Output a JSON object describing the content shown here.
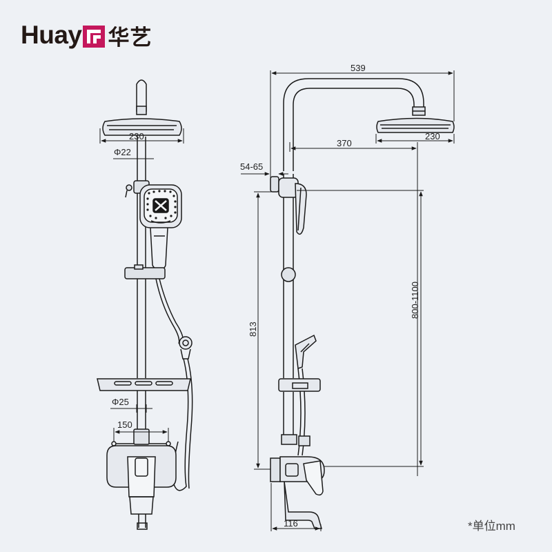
{
  "brand": {
    "name_latin": "Huay",
    "name_cjk": "华艺",
    "mark_color": "#c4175c",
    "text_color": "#231815"
  },
  "dimensions": {
    "head_width_front": "230",
    "pipe_diameter_top": "Φ22",
    "pipe_diameter_bottom": "Φ25",
    "mixer_spacing": "150",
    "total_reach": "539",
    "head_offset": "370",
    "head_width_side": "230",
    "wall_bracket": "54-65",
    "riser_height": "813",
    "adjustable_height": "800-1100",
    "spout_projection": "116"
  },
  "unit_note": "*单位mm",
  "colors": {
    "background": "#eef1f5",
    "line": "#1a1a1a"
  }
}
